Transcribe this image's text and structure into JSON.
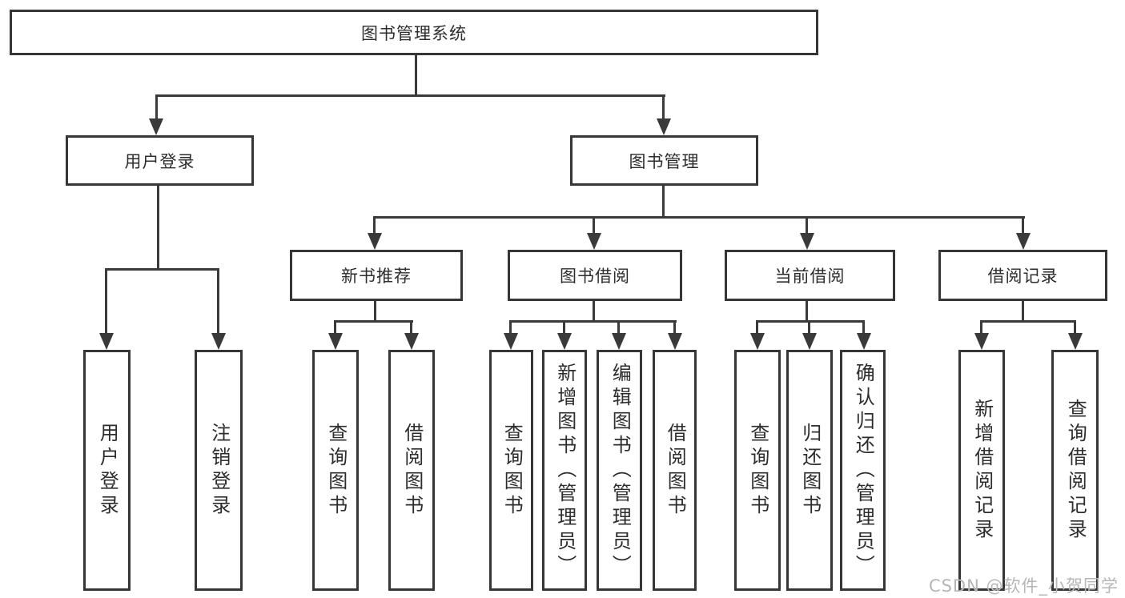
{
  "tree": {
    "label": "图书管理系统",
    "children": [
      {
        "label": "用户登录",
        "children": [
          {
            "label": "用户登录"
          },
          {
            "label": "注销登录"
          }
        ]
      },
      {
        "label": "图书管理",
        "children": [
          {
            "label": "新书推荐",
            "children": [
              {
                "label": "查询图书"
              },
              {
                "label": "借阅图书"
              }
            ]
          },
          {
            "label": "图书借阅",
            "children": [
              {
                "label": "查询图书"
              },
              {
                "label": "新增图书（管理员）"
              },
              {
                "label": "编辑图书（管理员）"
              },
              {
                "label": "借阅图书"
              }
            ]
          },
          {
            "label": "当前借阅",
            "children": [
              {
                "label": "查询图书"
              },
              {
                "label": "归还图书"
              },
              {
                "label": "确认归还（管理员）"
              }
            ]
          },
          {
            "label": "借阅记录",
            "children": [
              {
                "label": "新增借阅记录"
              },
              {
                "label": "查询借阅记录"
              }
            ]
          }
        ]
      }
    ]
  },
  "watermark": "CSDN @软件_小贺同学",
  "colors": {
    "line": "#3a3a3a",
    "border": "#363636",
    "text": "#2d2d2d",
    "watermark": "#b6b6b6",
    "background": "#ffffff"
  }
}
